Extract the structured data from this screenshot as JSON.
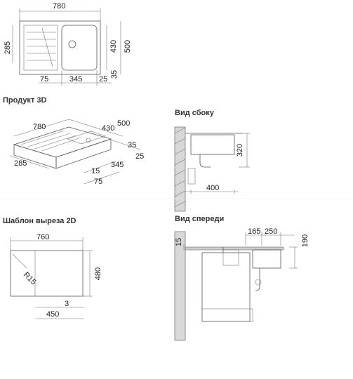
{
  "sections": {
    "product_3d": "Продукт 3D",
    "side_view": "Вид сбоку",
    "cutout_2d": "Шаблон выреза 2D",
    "front_view": "Вид спереди"
  },
  "top_view": {
    "width": "780",
    "height_left": "285",
    "height_inner": "430",
    "height_outer": "500",
    "bottom_a": "75",
    "bottom_b": "345",
    "bottom_c": "25",
    "right_offset": "35"
  },
  "product_3d": {
    "width": "780",
    "depth": "500",
    "inner_depth": "430",
    "left_side": "285",
    "r35": "35",
    "r25": "25",
    "b15": "15",
    "b345": "345",
    "b75": "75"
  },
  "side_view": {
    "height": "320",
    "depth": "400"
  },
  "cutout": {
    "width": "760",
    "radius": "R15",
    "height": "480",
    "offset": "3",
    "bowl_x": "450"
  },
  "front_view": {
    "a": "165",
    "b": "250",
    "thickness": "15",
    "depth": "190"
  },
  "colors": {
    "line": "#555555",
    "text": "#1e1e1e",
    "heading": "#333333"
  }
}
